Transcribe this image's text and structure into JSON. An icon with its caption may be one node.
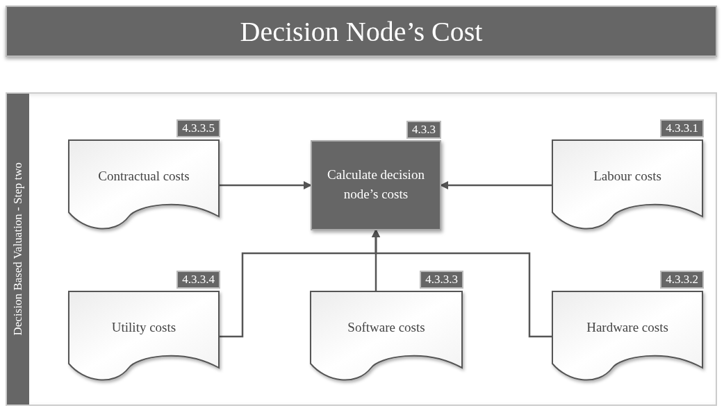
{
  "diagram": {
    "title": "Decision Node’s Cost",
    "nodes": [
      {
        "text": [
          "Decision Based Valuation - Step two"
        ]
      },
      {
        "text": [
          "Contractual costs"
        ],
        "in": 0,
        "beside": [
          "4.3.3.5"
        ]
      },
      {
        "text": [
          "Calculate decision node’s costs"
        ],
        "in": 0,
        "beside": [
          "4.3.3"
        ]
      },
      {
        "text": [
          "Labour costs"
        ],
        "in": 0,
        "beside": [
          "4.3.3.1"
        ]
      },
      {
        "text": [
          "Utility costs"
        ],
        "in": 0,
        "beside": [
          "4.3.3.4"
        ]
      },
      {
        "text": [
          "Software costs"
        ],
        "in": 0,
        "beside": [
          "4.3.3.3"
        ]
      },
      {
        "text": [
          "Hardware costs"
        ],
        "in": 0,
        "beside": [
          "4.3.3.2"
        ]
      }
    ],
    "edges": [
      {
        "from": 1,
        "to": 2,
        "arrow": "to"
      },
      {
        "from": 3,
        "to": 2,
        "arrow": "to"
      },
      {
        "from": 4,
        "to": 2,
        "arrow": "to"
      },
      {
        "from": 5,
        "to": 2,
        "arrow": "to"
      },
      {
        "from": 6,
        "to": 2,
        "arrow": "to"
      }
    ]
  }
}
